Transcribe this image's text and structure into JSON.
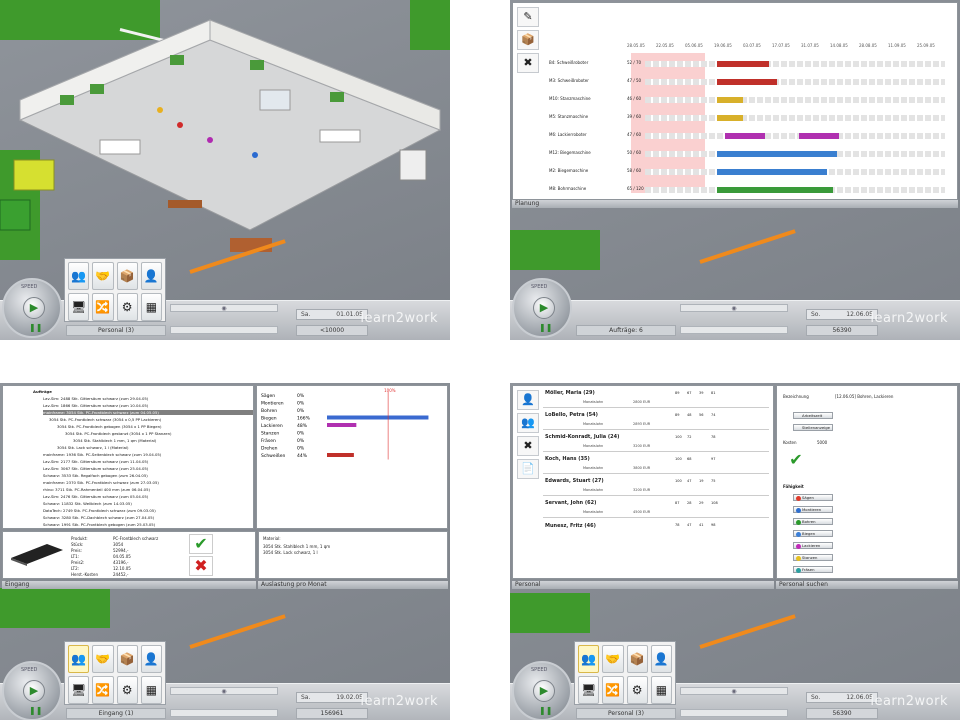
{
  "common": {
    "brand": "learn2work",
    "speed_label": "SPEED",
    "play_icon": "play-icon",
    "pause_icon": "pause-icon",
    "tool_icons": [
      "staff-icon",
      "assign-icon",
      "material-icon",
      "manager-icon",
      "monitor-icon",
      "transport-icon",
      "machine-icon",
      "boxes-icon"
    ]
  },
  "screens": [
    {
      "id": "s1",
      "mode_label": "Personal (3)",
      "date_prefix": "Sa.",
      "date": "01.01.05",
      "money": "<10000",
      "slot_text": ""
    },
    {
      "id": "s2",
      "mode_label": "Aufträge: 6",
      "date_prefix": "So.",
      "date": "12.06.05",
      "money": "56390",
      "slot_text": ""
    },
    {
      "id": "s3",
      "mode_label": "Eingang (1)",
      "date_prefix": "Sa.",
      "date": "19.02.05",
      "money": "156961",
      "slot_text": ""
    },
    {
      "id": "s4",
      "mode_label": "Personal (3)",
      "date_prefix": "So.",
      "date": "12.06.05",
      "money": "56390",
      "slot_text": ""
    }
  ],
  "plan": {
    "footer": "Planung",
    "dates": [
      "28.05.05",
      "22.05.05",
      "05.06.05",
      "19.06.05",
      "03.07.05",
      "17.07.05",
      "31.07.05",
      "14.08.05",
      "28.08.05",
      "11.09.05",
      "25.09.05"
    ],
    "machines": [
      {
        "name": "B4: Schweißroboter",
        "count": "52 / 70"
      },
      {
        "name": "M3: Schweißroboter",
        "count": "47 / 50"
      },
      {
        "name": "M10: Stanzmaschine",
        "count": "46 / 60"
      },
      {
        "name": "M5: Stanzmaschine",
        "count": "39 / 60"
      },
      {
        "name": "M6: Lackierroboter",
        "count": "47 / 60"
      },
      {
        "name": "M12: Biegemaschine",
        "count": "50 / 60"
      },
      {
        "name": "M2: Biegemaschine",
        "count": "58 / 60"
      },
      {
        "name": "M8: Bohrmaschine",
        "count": "65 / 120"
      }
    ]
  },
  "chart_data": {
    "type": "bar",
    "title": "",
    "categories": [
      "Sägen",
      "Montieren",
      "Bohren",
      "Biegen",
      "Lackieren",
      "Stanzen",
      "Fräsen",
      "Drehen",
      "Schweißen"
    ],
    "values": [
      0,
      0,
      0,
      166,
      48,
      0,
      0,
      0,
      44
    ],
    "labels": [
      "0%",
      "0%",
      "0%",
      "166%",
      "48%",
      "0%",
      "0%",
      "0%",
      "44%"
    ],
    "ylim": [
      0,
      180
    ],
    "reference_label": "100%",
    "reference_value": 100,
    "footer": "Auslastung pro Monat"
  },
  "entry": {
    "footer": "Eingang",
    "root": "Aufträge",
    "lines": [
      "Lav-Sim: 2488 Stk. Gittersäum schwarz (zum 29.04.05)",
      "Lav-Sim: 1866 Stk. Gittersäum schwarz (zum 10.04.05)",
      "mainframe: 3054 Stk. PC-Frontblech schwarz (zum 04.05.05)",
      "3054 Stk. PC-Frontblech schwarz (3054 x 0,5 PP Lackieren)",
      "3054 Stk. PC-Frontblech gebogen (3054 x 1 PP Biegen)",
      "3054 Stk. PC-Frontblech gestanzt (3054 x 1 PP Stanzen)",
      "3054 Stk. Stahlblech 1 mm, 1 qm (Material)",
      "3054 Stk. Lack schwarz, 1 l (Material)",
      "mainframe: 1936 Stk. PC-Seitenblech schwarz (zum 19.04.05)",
      "Lav-Sim: 2177 Stk. Gittersäum schwarz (zum 11.04.05)",
      "Lav-Sim: 3067 Stk. Gittersäum schwarz (zum 25.04.05)",
      "Schwarz: 3533 Stk. Regalfach gebogen (zum 26.04.05)",
      "mainframe: 2370 Stk. PC-Frontblech schwarz (zum 27.03.05)",
      "rhino: 3711 Stk. PC-Rahmenteil 400 mm (zum 06.04.05)",
      "Lav-Sim: 2476 Stk. Gittersäum schwarz (zum 05.04.05)",
      "Schwarz: 11832 Stk. Wellblech (zum 14.03.05)",
      "DataTech: 2749 Stk. PC-Frontblech schwarz (zum 09.03.05)",
      "Schwarz: 3280 Stk. PC-Dachblech schwarz (zum 27.04.05)",
      "Schwarz: 1991 Stk. PC-Frontblech gebogen (zum 25.03.05)"
    ],
    "detail_keys": [
      "Produkt:",
      "Stück:",
      "Preis:",
      "LT1:",
      "Preis2:",
      "LT2:",
      "Herst.-Kosten"
    ],
    "detail_values": [
      "PC-Frontblech schwarz",
      "3054",
      "52994,-",
      "04.05.05",
      "43196,-",
      "12.10.05",
      "24452,-"
    ],
    "material_label": "Material:",
    "material_lines": [
      "3054 Stk. Stahlblech 1 mm, 1 qm",
      "3054 Stk. Lack schwarz, 1 l"
    ],
    "accept_icon": "check-icon",
    "reject_icon": "cross-icon"
  },
  "staff": {
    "footer": "Personal",
    "footer_right": "Personal suchen",
    "salary_label": "Monatslohn",
    "people": [
      {
        "name": "Möller, Maria (29)",
        "salary": "2800 EUR",
        "vals": [
          "89",
          "67",
          "39",
          "81"
        ]
      },
      {
        "name": "LoBello, Petra (54)",
        "salary": "2893 EUR",
        "vals": [
          "89",
          "48",
          "56",
          "74"
        ]
      },
      {
        "name": "Schmid-Konradt, Julia (24)",
        "salary": "3200 EUR",
        "vals": [
          "100",
          "72",
          "",
          "78"
        ]
      },
      {
        "name": "Koch, Hans (35)",
        "salary": "3800 EUR",
        "vals": [
          "100",
          "68",
          "",
          "97"
        ]
      },
      {
        "name": "Edwards, Stuart (27)",
        "salary": "3200 EUR",
        "vals": [
          "100",
          "47",
          "19",
          "75"
        ]
      },
      {
        "name": "Servant, John (62)",
        "salary": "4500 EUR",
        "vals": [
          "87",
          "28",
          "29",
          "108"
        ]
      },
      {
        "name": "Munesz, Fritz (46)",
        "salary": "",
        "vals": [
          "78",
          "47",
          "41",
          "98"
        ]
      }
    ],
    "detail_label": "Bezeichnung",
    "detail_value": "[12.06.05] Bohren, Lackieren",
    "btn_work": "Arbeitszeit",
    "btn_post": "Stellenanzeige",
    "cost_label": "Kosten",
    "cost_value": "5000",
    "skills_label": "Fähigkeit",
    "skills": [
      "Sägen",
      "Montieren",
      "Bohren",
      "Biegen",
      "Lackieren",
      "Stanzen",
      "Fräsen"
    ],
    "skill_colors": [
      "#e03a2a",
      "#2e6fd0",
      "#2a9a2a",
      "#3a7fd8",
      "#c02ab8",
      "#e6c020",
      "#2aa0a0"
    ]
  }
}
